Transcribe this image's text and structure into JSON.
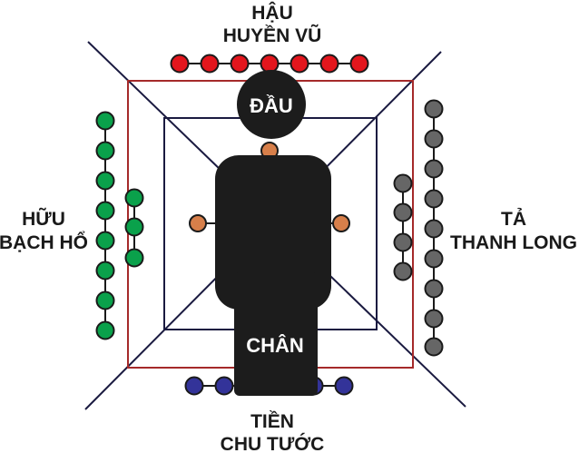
{
  "labels": {
    "back_1": "HẬU",
    "back_2": "HUYỀN VŨ",
    "right_1": "TẢ",
    "right_2": "THANH LONG",
    "left_1": "HỮU",
    "left_2": "BẠCH HỔ",
    "front_1": "TIỀN",
    "front_2": "CHU TƯỚC",
    "head": "ĐẦU",
    "feet": "CHÂN"
  },
  "colors": {
    "back_dots": "#e3161d",
    "right_dots": "#666666",
    "left_dots": "#0aa14b",
    "front_dots": "#333399",
    "body_dots": "#d77f4a",
    "body": "#1c1c1c",
    "outer_frame": "#a52a2a",
    "inner_frame": "#1a1a40"
  }
}
